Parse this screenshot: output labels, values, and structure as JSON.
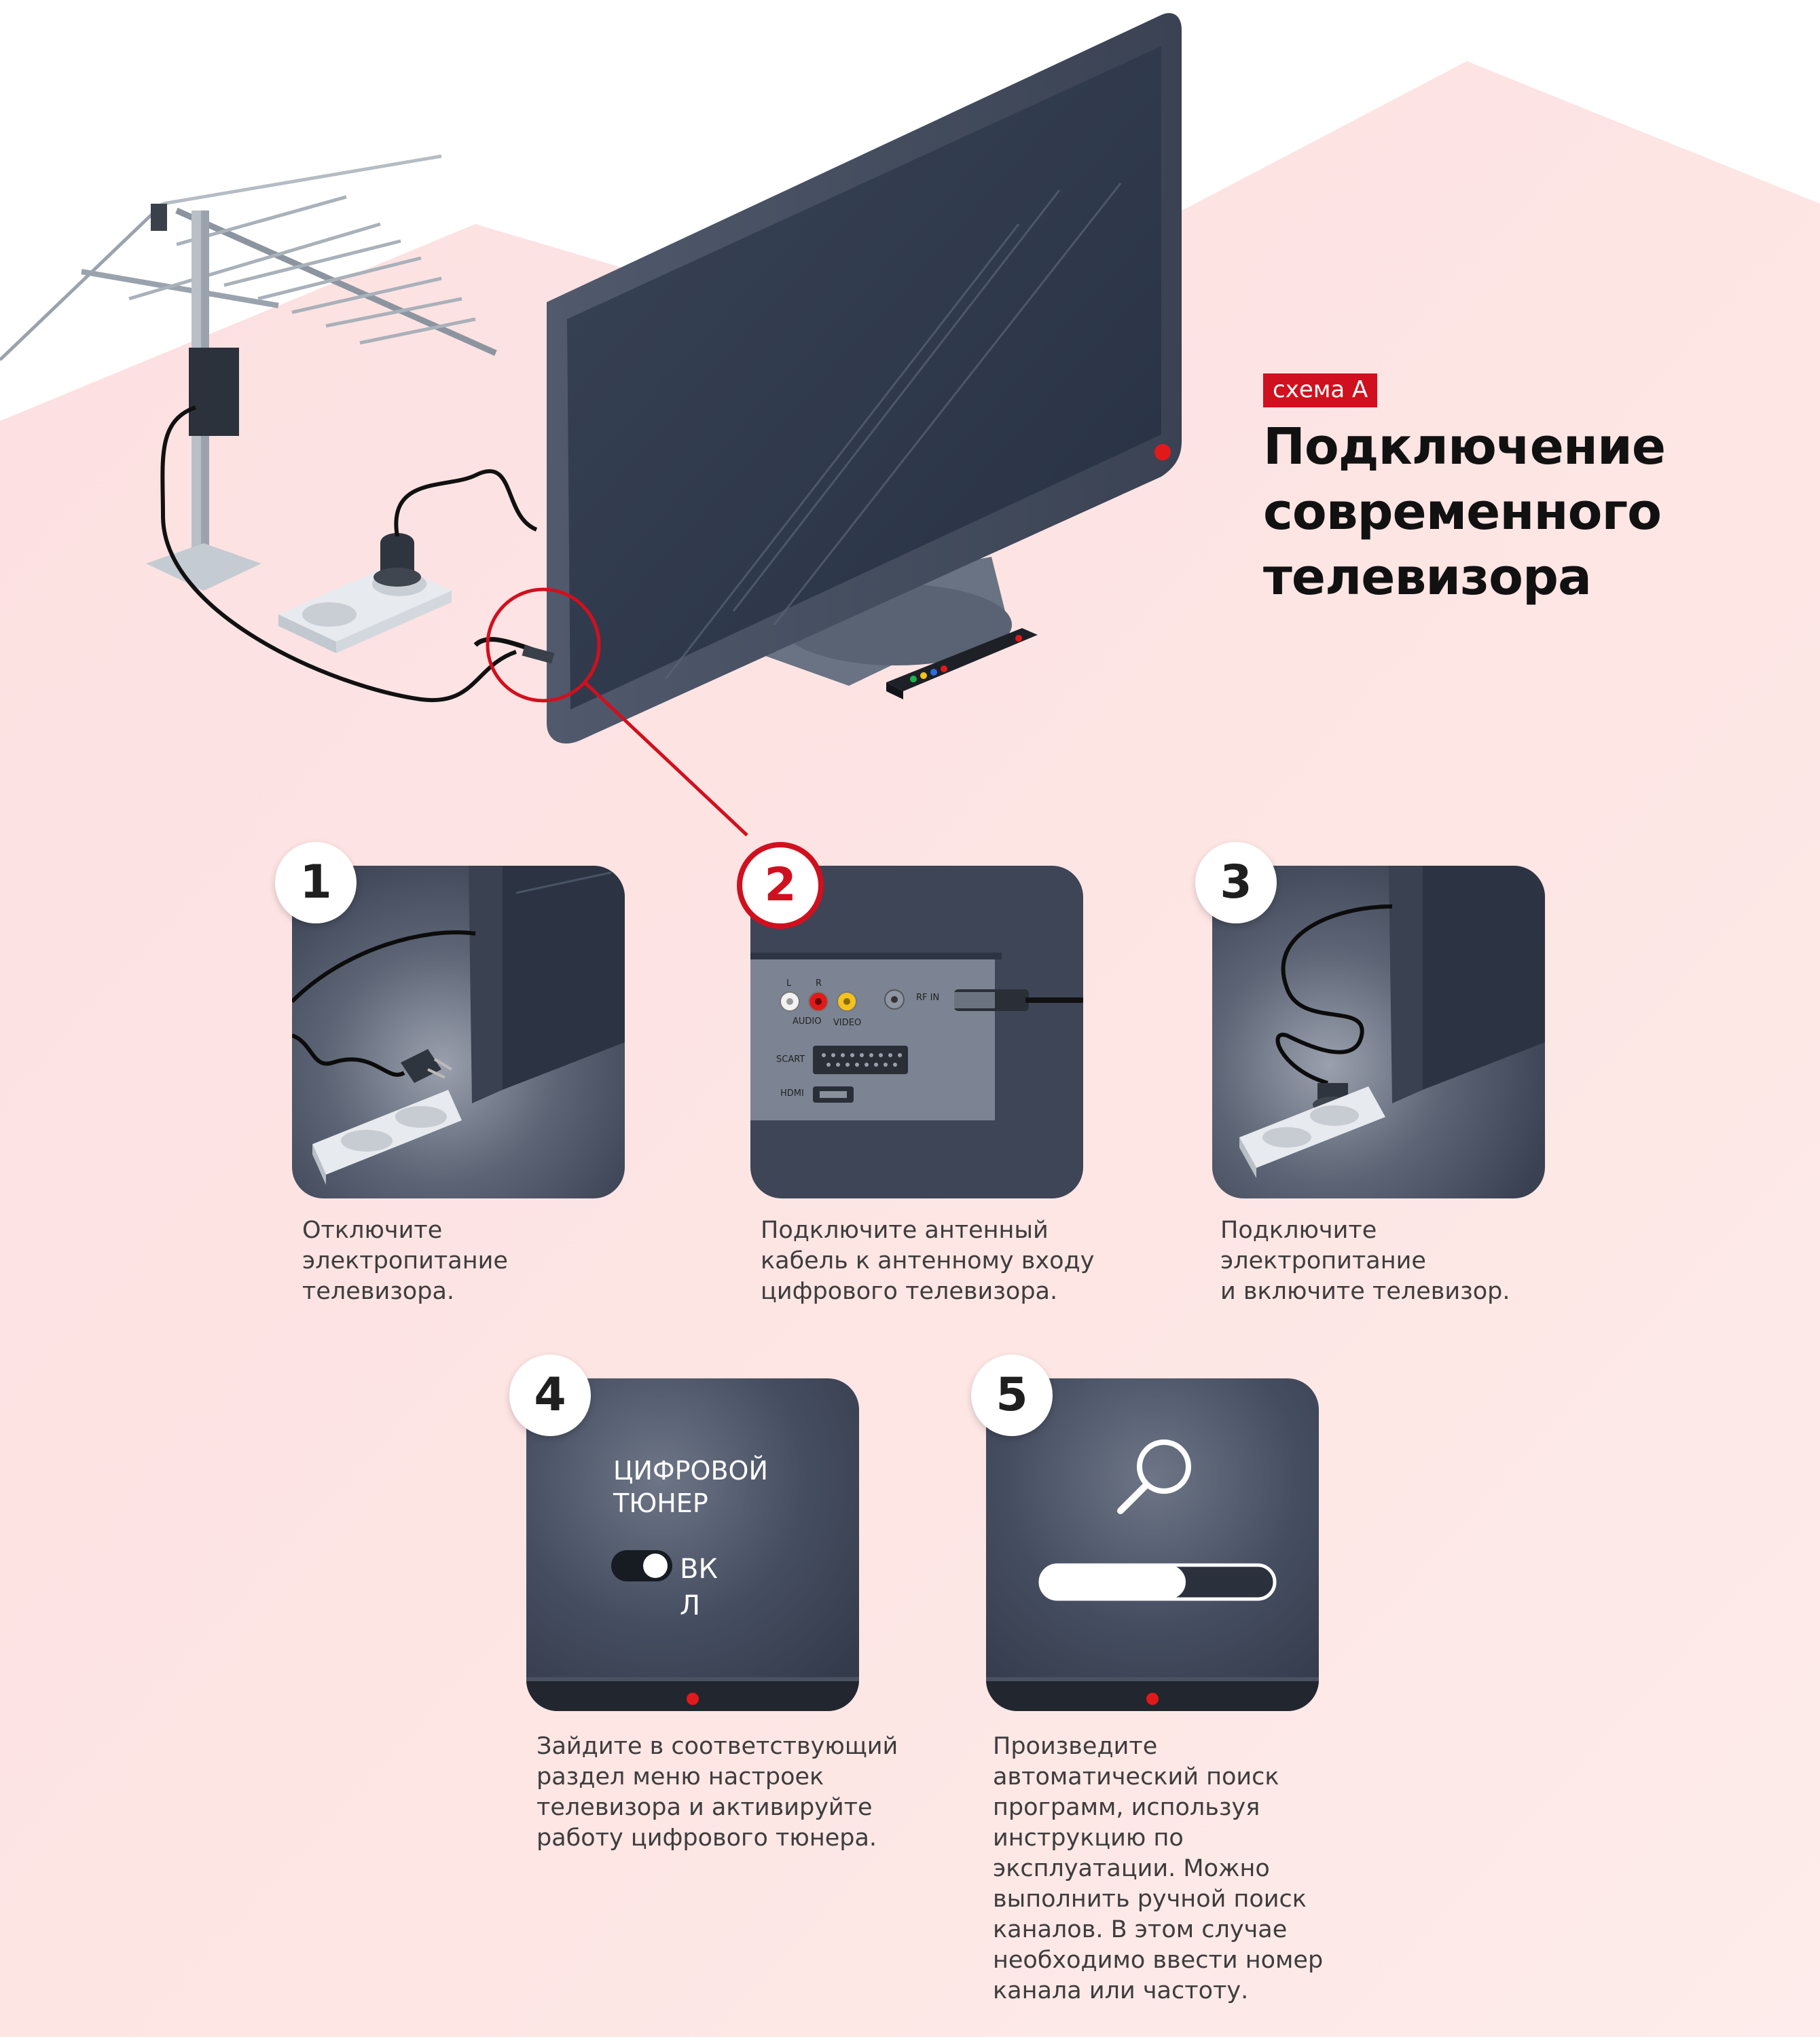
{
  "header": {
    "tag": "схема А",
    "title_lines": [
      "Подключение",
      "современного",
      "телевизора"
    ]
  },
  "colors": {
    "accent": "#d0101e",
    "background_shape": "#fde3e3",
    "panel": "#3d4557",
    "text": "#3d3d3d",
    "title": "#111111"
  },
  "steps": [
    {
      "number": "1",
      "caption": [
        "Отключите",
        "электропитание",
        "телевизора."
      ],
      "highlighted": false
    },
    {
      "number": "2",
      "caption": [
        "Подключите антенный",
        "кабель к антенному входу",
        "цифрового телевизора."
      ],
      "highlighted": true
    },
    {
      "number": "3",
      "caption": [
        "Подключите",
        "электропитание",
        "и включите телевизор."
      ],
      "highlighted": false
    },
    {
      "number": "4",
      "caption": [
        "Зайдите в соответствующий",
        "раздел меню настроек",
        "телевизора и активируйте",
        "работу цифрового тюнера."
      ],
      "highlighted": false
    },
    {
      "number": "5",
      "caption": [
        "Произведите",
        "автоматический поиск",
        "программ, используя",
        "инструкцию по",
        "эксплуатации. Можно",
        "выполнить ручной поиск",
        "каналов. В этом случае",
        "необходимо ввести номер",
        "канала или частоту."
      ],
      "highlighted": false
    }
  ],
  "ports": {
    "l": "L",
    "r": "R",
    "audio": "AUDIO",
    "video": "VIDEO",
    "rf_in": "RF IN",
    "scart": "SCART",
    "hdmi": "HDMI"
  },
  "tuner_screen": {
    "label_lines": [
      "ЦИФРОВОЙ",
      "ТЮНЕР"
    ],
    "toggle_lines": [
      "ВК",
      "Л"
    ],
    "toggle_on": true
  },
  "search_screen": {
    "icon": "magnifier-icon",
    "progress": 0.62
  },
  "icons": [
    "antenna-icon",
    "tv-icon",
    "power-outlet-icon",
    "plug-icon",
    "remote-icon",
    "magnifier-icon"
  ]
}
